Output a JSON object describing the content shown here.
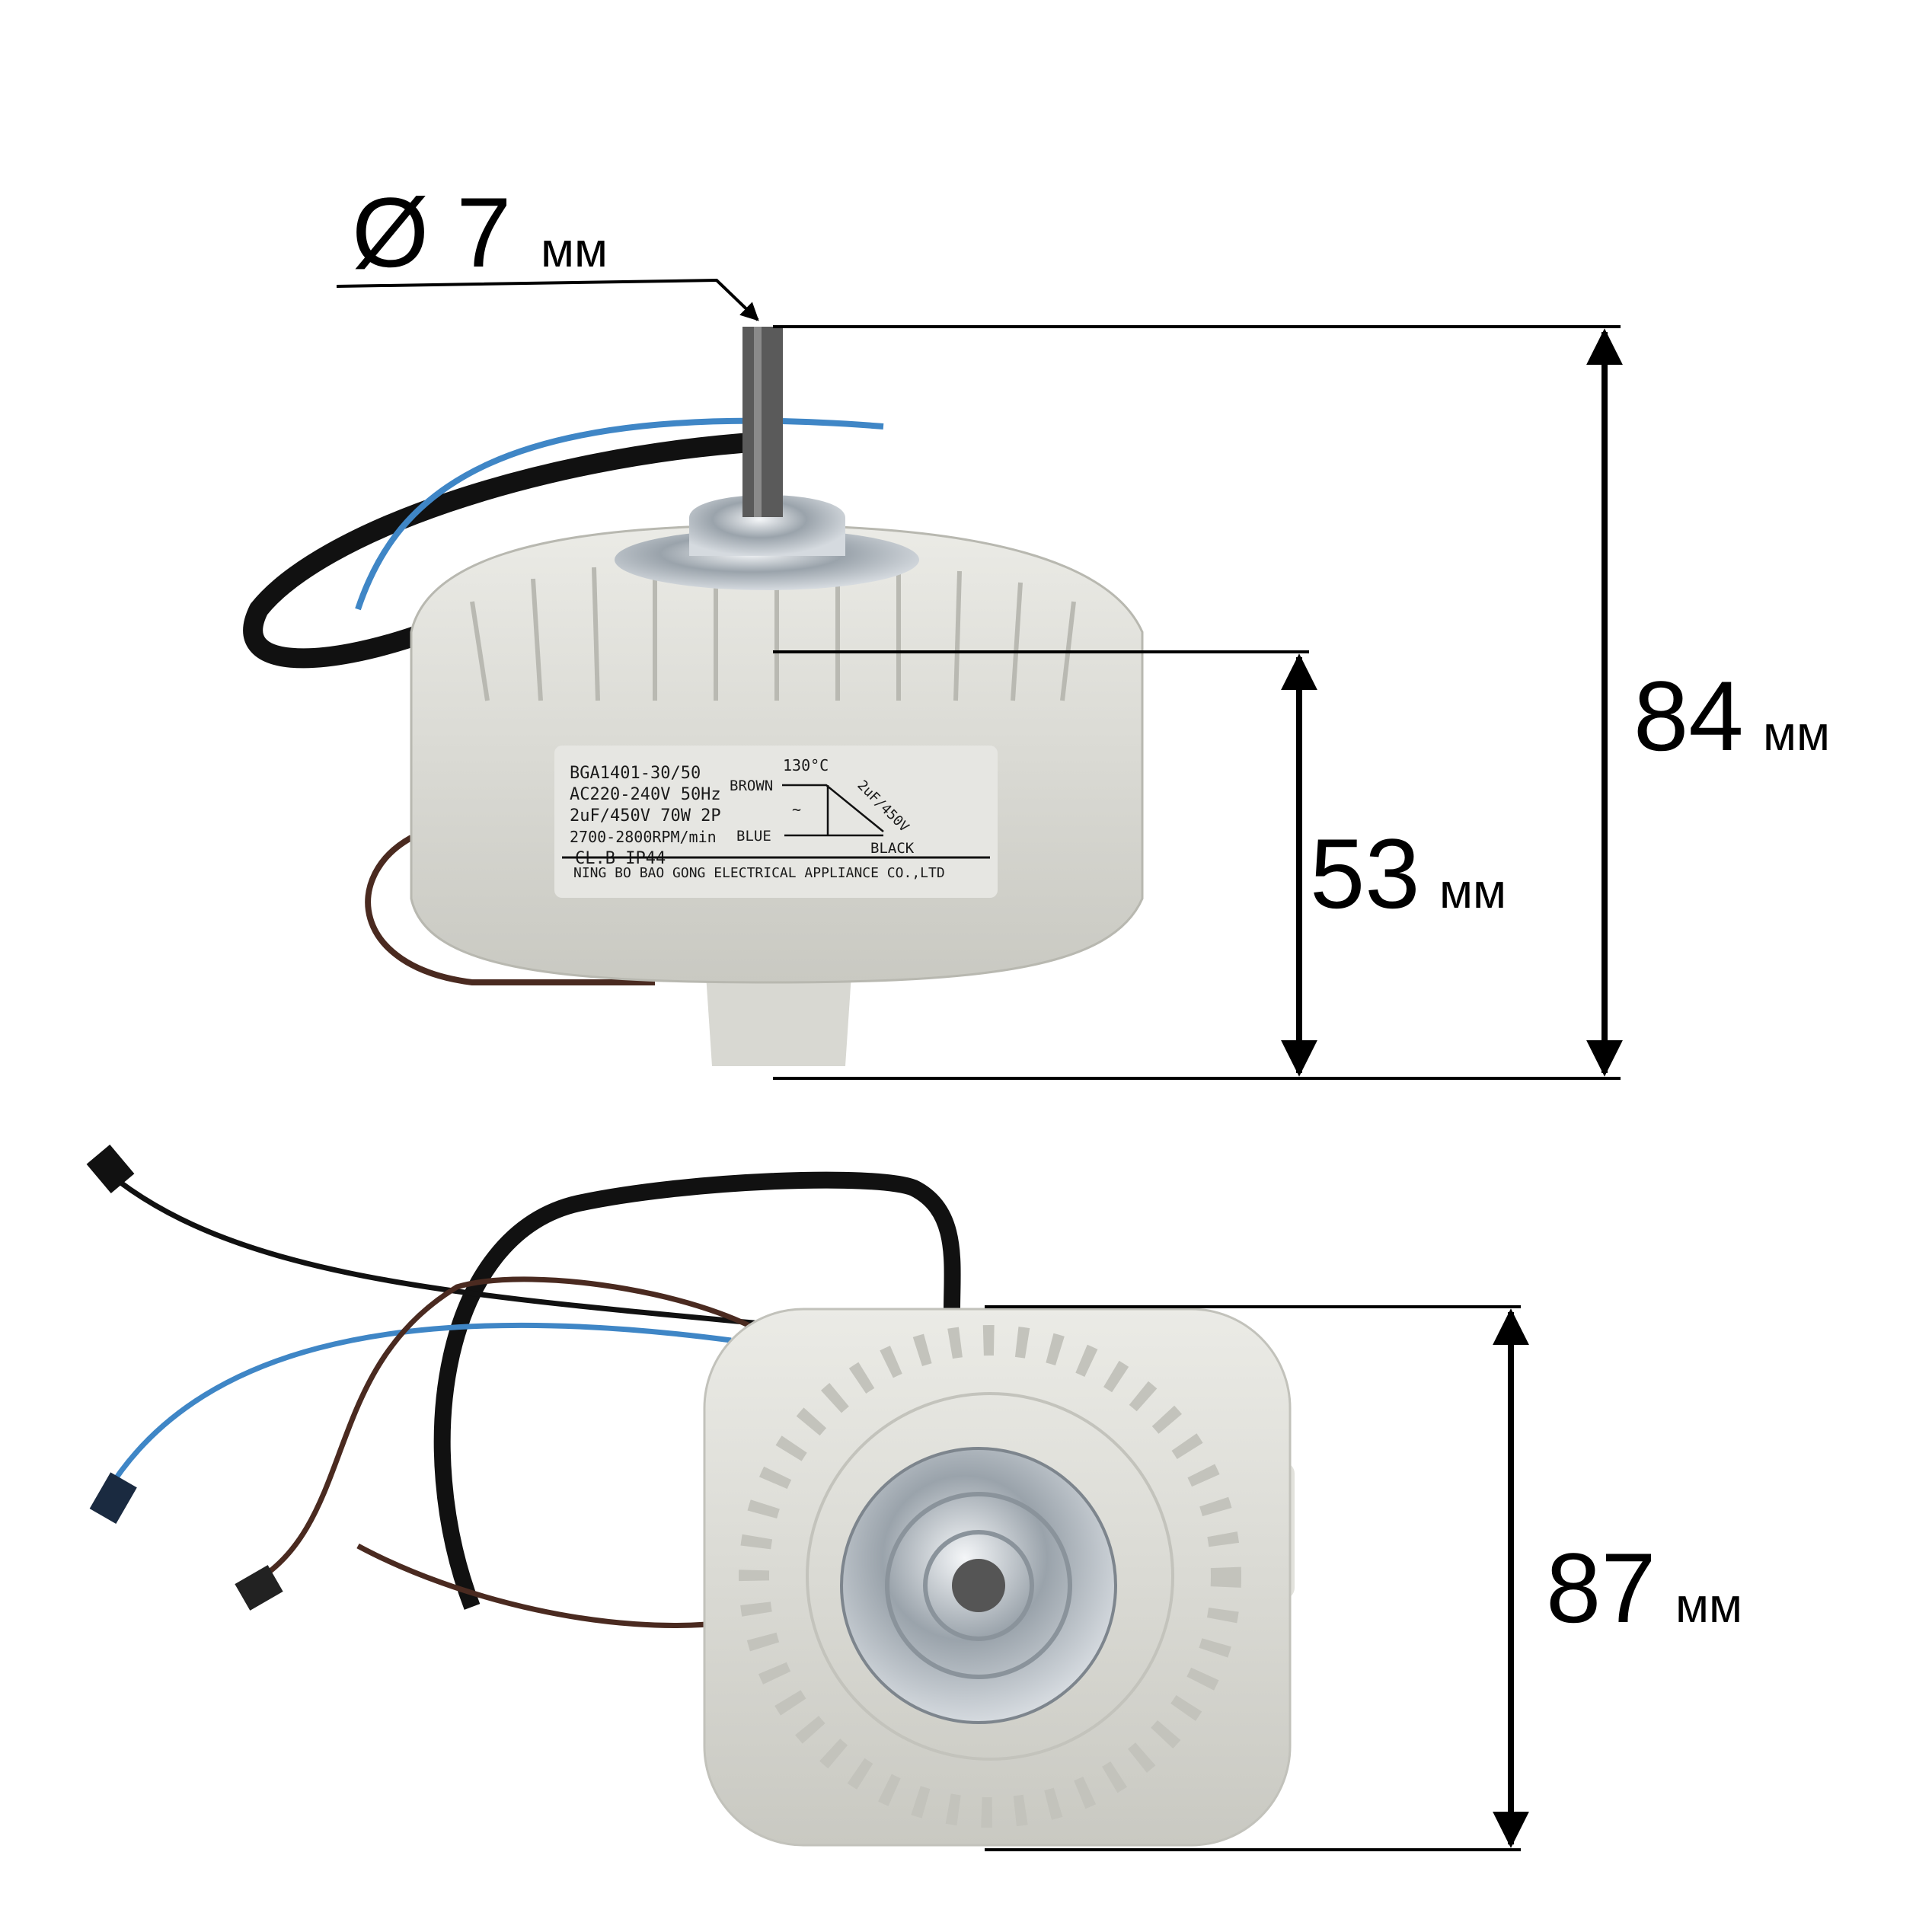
{
  "dimensions": {
    "shaft": {
      "value": "Ø 7",
      "unit": "мм"
    },
    "height_total": {
      "value": "84",
      "unit": "мм"
    },
    "height_body": {
      "value": "53",
      "unit": "мм"
    },
    "width": {
      "value": "87",
      "unit": "мм"
    }
  },
  "nameplate": {
    "model": "BGA1401-30/50",
    "supply": "AC220-240V 50Hz",
    "rating": "2uF/450V 70W 2P",
    "speed": "2700-2800RPM/min",
    "class": "CL.B IP44",
    "thermal": "130°C",
    "wire_brown": "BROWN",
    "wire_blue": "BLUE",
    "wire_black": "BLACK",
    "tilde": "~",
    "capacitor": "2uF/450V",
    "manufacturer": "NING BO BAO GONG ELECTRICAL APPLIANCE CO.,LTD"
  },
  "colors": {
    "housing": "#dcdcd6",
    "wire_blue": "#3f86c6",
    "wire_brown": "#4a2a20",
    "wire_black": "#111111"
  }
}
